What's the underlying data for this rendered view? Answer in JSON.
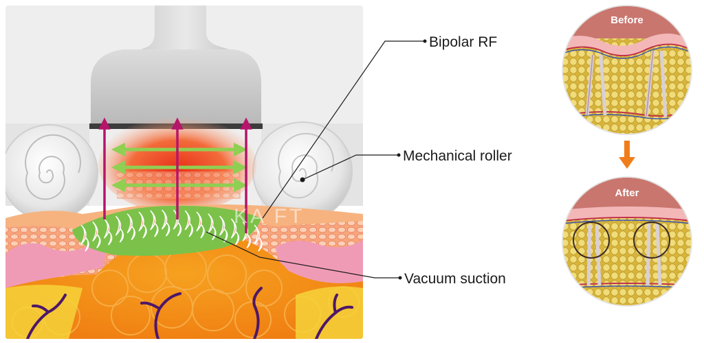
{
  "labels": {
    "bipolar_rf": "Bipolar RF",
    "mechanical_roller": "Mechanical roller",
    "vacuum_suction": "Vacuum suction"
  },
  "comparison": {
    "before": "Before",
    "after": "After",
    "arrow_color": "#f07d1a"
  },
  "watermark": "KA FT",
  "colors": {
    "rf_heat": "#ef4a1f",
    "arrow_magenta": "#b5156b",
    "arrow_green": "#8fcf52",
    "fat": "#f7921e",
    "skin_pink": "#f5a6b8",
    "vessel": "#4d1768"
  },
  "icons": [
    "roller-swirl-icon",
    "arrow-down-icon"
  ]
}
